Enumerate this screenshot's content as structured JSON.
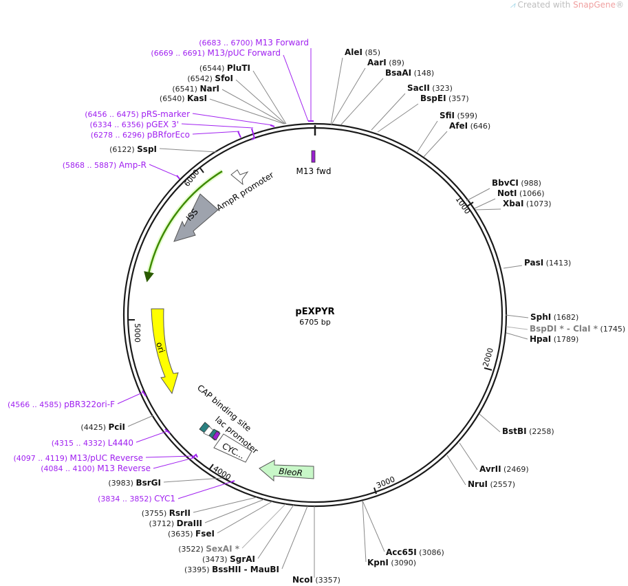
{
  "watermark": {
    "prefix": "Created with ",
    "brand": "SnapGene",
    "reg": "®"
  },
  "plasmid": {
    "name": "pEXPYR",
    "length": "6705 bp",
    "total_bp": 6705
  },
  "ticks": [
    "1000",
    "2000",
    "3000",
    "4000",
    "5000",
    "6000"
  ],
  "enzymes": [
    {
      "name": "AleI",
      "pos": "(85)"
    },
    {
      "name": "AarI",
      "pos": "(89)"
    },
    {
      "name": "BsaAI",
      "pos": "(148)"
    },
    {
      "name": "SacII",
      "pos": "(323)"
    },
    {
      "name": "BspEI",
      "pos": "(357)"
    },
    {
      "name": "SfiI",
      "pos": "(599)"
    },
    {
      "name": "AfeI",
      "pos": "(646)"
    },
    {
      "name": "BbvCI",
      "pos": "(988)"
    },
    {
      "name": "NotI",
      "pos": "(1066)"
    },
    {
      "name": "XbaI",
      "pos": "(1073)"
    },
    {
      "name": "PasI",
      "pos": "(1413)"
    },
    {
      "name": "SphI",
      "pos": "(1682)"
    },
    {
      "name": "BspDI * - ClaI *",
      "pos": "(1745)"
    },
    {
      "name": "HpaI",
      "pos": "(1789)"
    },
    {
      "name": "BstBI",
      "pos": "(2258)"
    },
    {
      "name": "AvrII",
      "pos": "(2469)"
    },
    {
      "name": "NruI",
      "pos": "(2557)"
    },
    {
      "name": "Acc65I",
      "pos": "(3086)"
    },
    {
      "name": "KpnI",
      "pos": "(3090)"
    },
    {
      "name": "NcoI",
      "pos": "(3357)"
    },
    {
      "name": "BssHII - MauBI",
      "pos": "(3395)"
    },
    {
      "name": "SgrAI",
      "pos": "(3473)"
    },
    {
      "name": "SexAI *",
      "pos": "(3522)"
    },
    {
      "name": "FseI",
      "pos": "(3635)"
    },
    {
      "name": "DraIII",
      "pos": "(3712)"
    },
    {
      "name": "RsrII",
      "pos": "(3755)"
    },
    {
      "name": "BsrGI",
      "pos": "(3983)"
    },
    {
      "name": "PciI",
      "pos": "(4425)"
    },
    {
      "name": "SspI",
      "pos": "(6122)"
    },
    {
      "name": "KasI",
      "pos": "(6540)"
    },
    {
      "name": "NarI",
      "pos": "(6541)"
    },
    {
      "name": "SfoI",
      "pos": "(6542)"
    },
    {
      "name": "PluTI",
      "pos": "(6544)"
    }
  ],
  "primers": [
    {
      "name": "M13 Forward",
      "range": "(6683 .. 6700)"
    },
    {
      "name": "M13/pUC Forward",
      "range": "(6669 .. 6691)"
    },
    {
      "name": "pRS-marker",
      "range": "(6456 .. 6475)"
    },
    {
      "name": "pGEX 3'",
      "range": "(6334 .. 6356)"
    },
    {
      "name": "pBRforEco",
      "range": "(6278 .. 6296)"
    },
    {
      "name": "Amp-R",
      "range": "(5868 .. 5887)"
    },
    {
      "name": "pBR322ori-F",
      "range": "(4566 .. 4585)"
    },
    {
      "name": "L4440",
      "range": "(4315 .. 4332)"
    },
    {
      "name": "M13/pUC Reverse",
      "range": "(4097 .. 4119)"
    },
    {
      "name": "M13 Reverse",
      "range": "(4084 .. 4100)"
    },
    {
      "name": "CYC1",
      "range": "(3834 .. 3852)"
    }
  ],
  "features": [
    "M13 fwd",
    "AmpR promoter",
    "ISS",
    "ori",
    "CAP binding site",
    "lac promoter",
    "CYC...",
    "BleoR"
  ],
  "colors": {
    "backbone": "#1a1a1a",
    "enzyme_text": "#111111",
    "enzyme_nonunique": "#808080",
    "primer": "#a020f0",
    "line": "#888888",
    "amp_r": "#8fd14f",
    "iss": "#9ea3ad",
    "ori": "#ffff00",
    "bleo": "#c8f7c8",
    "cap": "#2a8080"
  }
}
